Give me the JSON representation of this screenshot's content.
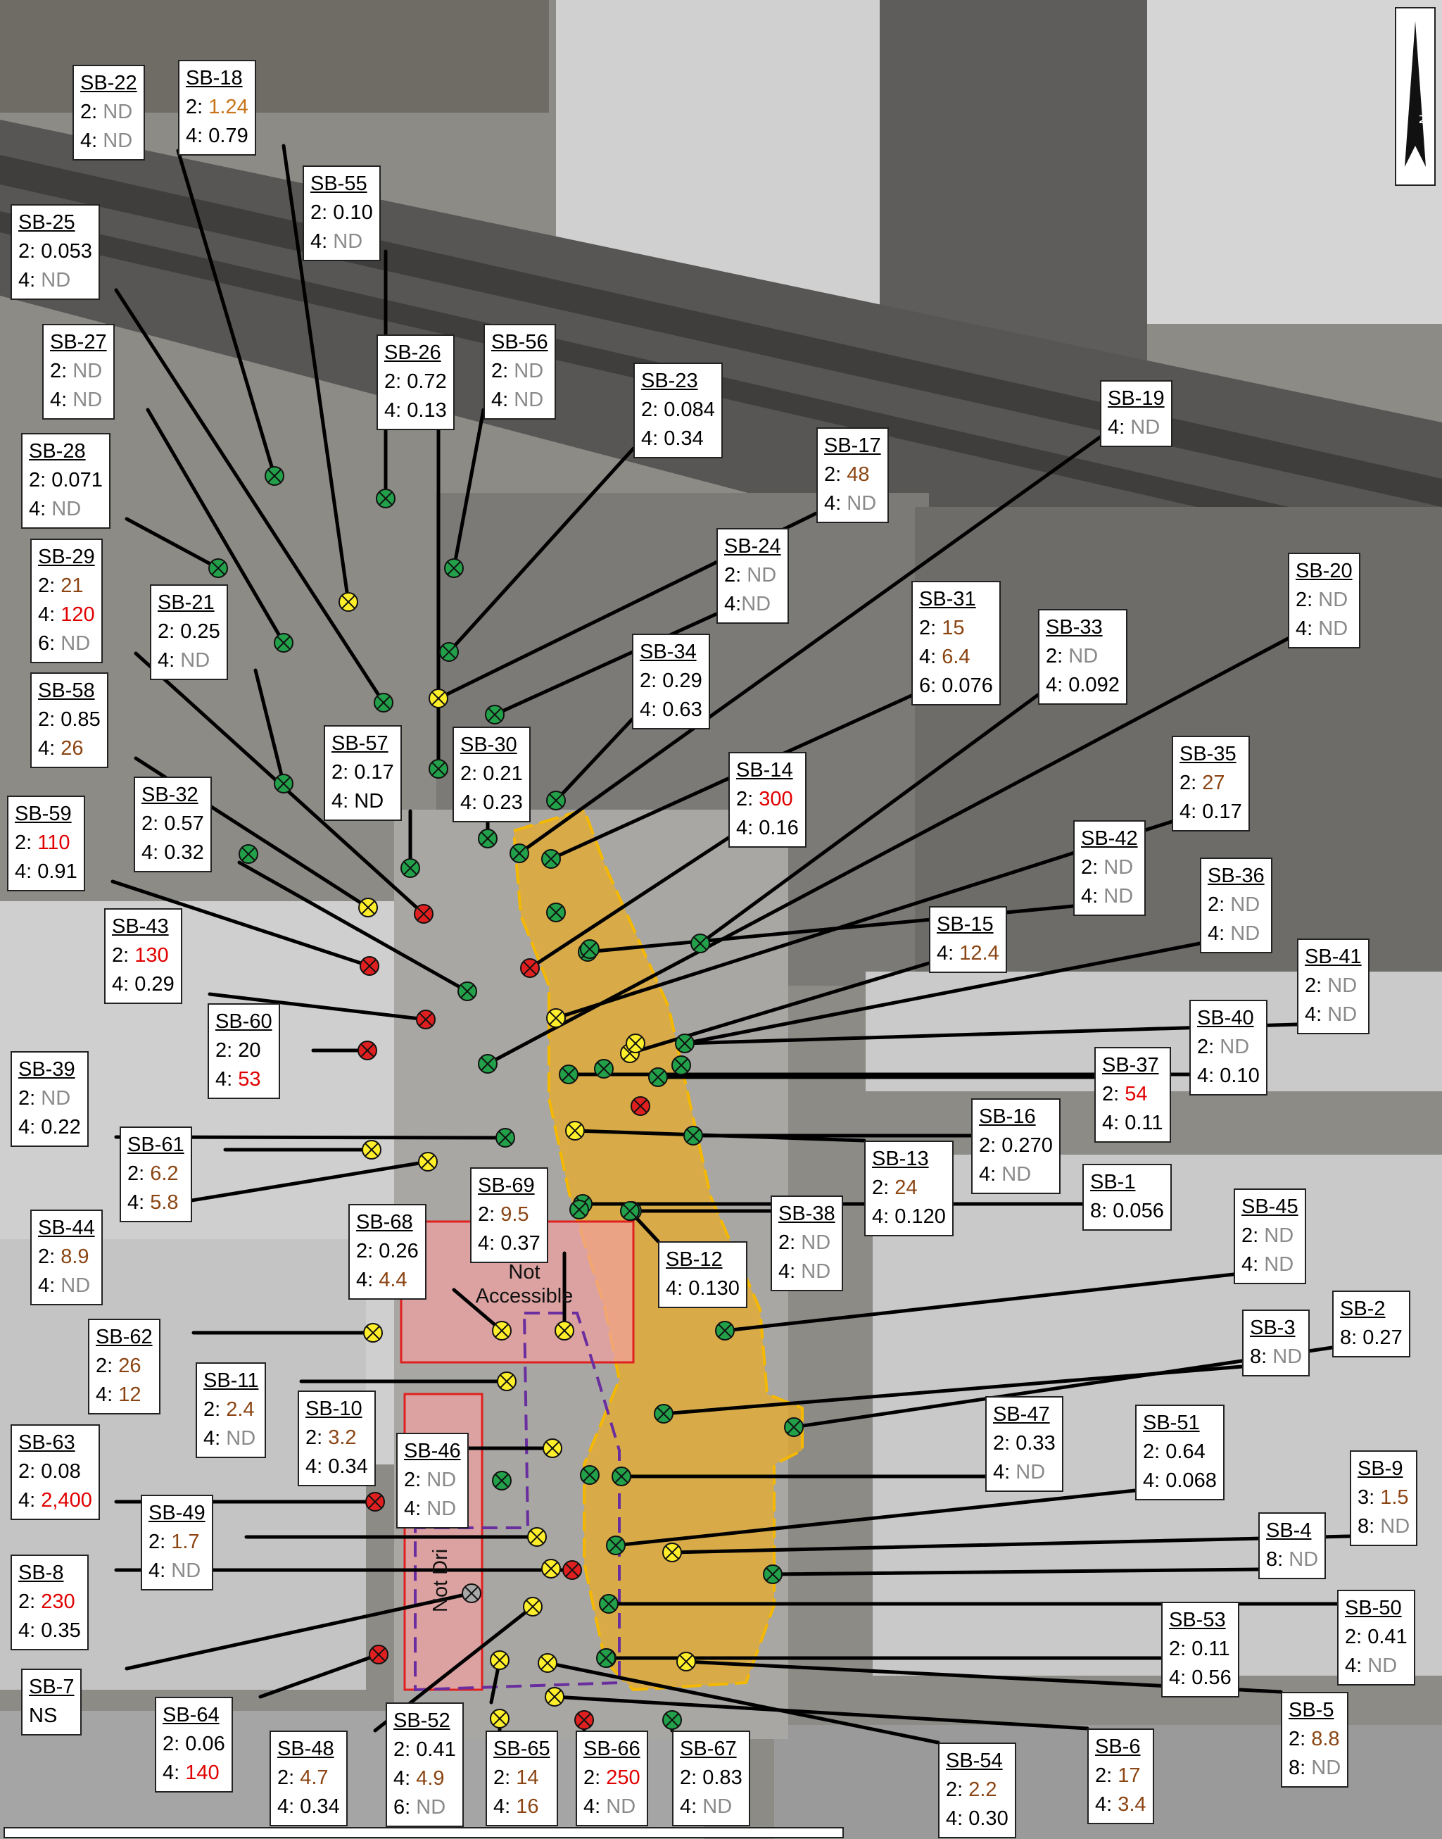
{
  "colors": {
    "green": "#22a04a",
    "yellow": "#ffef2a",
    "red": "#e02020",
    "gray": "#a8a8a8",
    "nd": "#8a8a8a",
    "brown": "#8b4513",
    "redtext": "#e00000"
  },
  "north_arrow": {
    "label": "N",
    "icon": "north-arrow-icon"
  },
  "areas": {
    "not_accessible": "Not Accessible",
    "not_drilled": "Not Dri"
  },
  "samples": [
    {
      "id": "SB-22",
      "rows": [
        {
          "d": "2: ",
          "v": "ND",
          "c": "nd"
        },
        {
          "d": "4: ",
          "v": "ND",
          "c": "nd"
        }
      ]
    },
    {
      "id": "SB-18",
      "rows": [
        {
          "d": "2: ",
          "v": "1.24",
          "c": "or"
        },
        {
          "d": "4: ",
          "v": "0.79",
          "c": "bk"
        }
      ]
    },
    {
      "id": "SB-55",
      "rows": [
        {
          "d": "2: ",
          "v": "0.10",
          "c": "bk"
        },
        {
          "d": "4: ",
          "v": "ND",
          "c": "nd"
        }
      ]
    },
    {
      "id": "SB-25",
      "rows": [
        {
          "d": "2: ",
          "v": "0.053",
          "c": "bk"
        },
        {
          "d": "4: ",
          "v": "ND",
          "c": "nd"
        }
      ]
    },
    {
      "id": "SB-27",
      "rows": [
        {
          "d": "2: ",
          "v": "ND",
          "c": "nd"
        },
        {
          "d": "4: ",
          "v": "ND",
          "c": "nd"
        }
      ]
    },
    {
      "id": "SB-26",
      "rows": [
        {
          "d": "2: ",
          "v": "0.72",
          "c": "bk"
        },
        {
          "d": "4: ",
          "v": "0.13",
          "c": "bk"
        }
      ]
    },
    {
      "id": "SB-56",
      "rows": [
        {
          "d": "2: ",
          "v": "ND",
          "c": "nd"
        },
        {
          "d": "4: ",
          "v": "ND",
          "c": "nd"
        }
      ]
    },
    {
      "id": "SB-23",
      "rows": [
        {
          "d": "2: ",
          "v": "0.084",
          "c": "bk"
        },
        {
          "d": "4: ",
          "v": "0.34",
          "c": "bk"
        }
      ]
    },
    {
      "id": "SB-19",
      "rows": [
        {
          "d": "4: ",
          "v": "ND",
          "c": "nd"
        }
      ]
    },
    {
      "id": "SB-28",
      "rows": [
        {
          "d": "2: ",
          "v": "0.071",
          "c": "bk"
        },
        {
          "d": "4: ",
          "v": "ND",
          "c": "nd"
        }
      ]
    },
    {
      "id": "SB-17",
      "rows": [
        {
          "d": "2: ",
          "v": "48",
          "c": "br"
        },
        {
          "d": "4: ",
          "v": "ND",
          "c": "nd"
        }
      ]
    },
    {
      "id": "SB-29",
      "rows": [
        {
          "d": "2: ",
          "v": "21",
          "c": "br"
        },
        {
          "d": "4: ",
          "v": "120",
          "c": "rd"
        },
        {
          "d": "6: ",
          "v": "ND",
          "c": "nd"
        }
      ]
    },
    {
      "id": "SB-24",
      "rows": [
        {
          "d": "2: ",
          "v": "ND",
          "c": "nd"
        },
        {
          "d": "4:",
          "v": "ND",
          "c": "nd"
        }
      ]
    },
    {
      "id": "SB-21",
      "rows": [
        {
          "d": "2: ",
          "v": "0.25",
          "c": "bk"
        },
        {
          "d": "4: ",
          "v": "ND",
          "c": "nd"
        }
      ]
    },
    {
      "id": "SB-20",
      "rows": [
        {
          "d": "2: ",
          "v": "ND",
          "c": "nd"
        },
        {
          "d": "4: ",
          "v": "ND",
          "c": "nd"
        }
      ]
    },
    {
      "id": "SB-31",
      "rows": [
        {
          "d": "2: ",
          "v": "15",
          "c": "br"
        },
        {
          "d": "4: ",
          "v": "6.4",
          "c": "br"
        },
        {
          "d": "6: ",
          "v": "0.076",
          "c": "bk"
        }
      ]
    },
    {
      "id": "SB-33",
      "rows": [
        {
          "d": "2: ",
          "v": "ND",
          "c": "nd"
        },
        {
          "d": "4: ",
          "v": "0.092",
          "c": "bk"
        }
      ]
    },
    {
      "id": "SB-34",
      "rows": [
        {
          "d": "2: ",
          "v": "0.29",
          "c": "bk"
        },
        {
          "d": "4: ",
          "v": "0.63",
          "c": "bk"
        }
      ]
    },
    {
      "id": "SB-58",
      "rows": [
        {
          "d": "2: ",
          "v": "0.85",
          "c": "bk"
        },
        {
          "d": "4: ",
          "v": "26",
          "c": "br"
        }
      ]
    },
    {
      "id": "SB-57",
      "rows": [
        {
          "d": "2: ",
          "v": "0.17",
          "c": "bk"
        },
        {
          "d": "4: ",
          "v": "ND",
          "c": "bk"
        }
      ]
    },
    {
      "id": "SB-30",
      "rows": [
        {
          "d": "2: ",
          "v": "0.21",
          "c": "bk"
        },
        {
          "d": "4: ",
          "v": "0.23",
          "c": "bk"
        }
      ]
    },
    {
      "id": "SB-14",
      "rows": [
        {
          "d": "2: ",
          "v": "300",
          "c": "rd"
        },
        {
          "d": "4: ",
          "v": "0.16",
          "c": "bk"
        }
      ]
    },
    {
      "id": "SB-35",
      "rows": [
        {
          "d": "2: ",
          "v": "27",
          "c": "br"
        },
        {
          "d": "4: ",
          "v": "0.17",
          "c": "bk"
        }
      ]
    },
    {
      "id": "SB-32",
      "rows": [
        {
          "d": "2: ",
          "v": "0.57",
          "c": "bk"
        },
        {
          "d": "4: ",
          "v": "0.32",
          "c": "bk"
        }
      ]
    },
    {
      "id": "SB-59",
      "rows": [
        {
          "d": "2: ",
          "v": "110",
          "c": "rd"
        },
        {
          "d": "4: ",
          "v": "0.91",
          "c": "bk"
        }
      ]
    },
    {
      "id": "SB-42",
      "rows": [
        {
          "d": "2: ",
          "v": "ND",
          "c": "nd"
        },
        {
          "d": "4: ",
          "v": "ND",
          "c": "nd"
        }
      ]
    },
    {
      "id": "SB-36",
      "rows": [
        {
          "d": "2: ",
          "v": "ND",
          "c": "nd"
        },
        {
          "d": "4: ",
          "v": "ND",
          "c": "nd"
        }
      ]
    },
    {
      "id": "SB-43",
      "rows": [
        {
          "d": "2: ",
          "v": "130",
          "c": "rd"
        },
        {
          "d": "4: ",
          "v": "0.29",
          "c": "bk"
        }
      ]
    },
    {
      "id": "SB-15",
      "rows": [
        {
          "d": "4: ",
          "v": "12.4",
          "c": "br"
        }
      ]
    },
    {
      "id": "SB-41",
      "rows": [
        {
          "d": "2: ",
          "v": "ND",
          "c": "nd"
        },
        {
          "d": "4: ",
          "v": "ND",
          "c": "nd"
        }
      ]
    },
    {
      "id": "SB-60",
      "rows": [
        {
          "d": "2: ",
          "v": "20",
          "c": "bk"
        },
        {
          "d": "4: ",
          "v": "53",
          "c": "rd"
        }
      ]
    },
    {
      "id": "SB-40",
      "rows": [
        {
          "d": "2: ",
          "v": "ND",
          "c": "nd"
        },
        {
          "d": "4: ",
          "v": "0.10",
          "c": "bk"
        }
      ]
    },
    {
      "id": "SB-39",
      "rows": [
        {
          "d": "2: ",
          "v": "ND",
          "c": "nd"
        },
        {
          "d": "4: ",
          "v": "0.22",
          "c": "bk"
        }
      ]
    },
    {
      "id": "SB-37",
      "rows": [
        {
          "d": "2: ",
          "v": "54",
          "c": "rd"
        },
        {
          "d": "4: ",
          "v": "0.11",
          "c": "bk"
        }
      ]
    },
    {
      "id": "SB-16",
      "rows": [
        {
          "d": "2: ",
          "v": "0.270",
          "c": "bk"
        },
        {
          "d": "4: ",
          "v": "ND",
          "c": "nd"
        }
      ]
    },
    {
      "id": "SB-61",
      "rows": [
        {
          "d": "2: ",
          "v": "6.2",
          "c": "br"
        },
        {
          "d": "4: ",
          "v": "5.8",
          "c": "br"
        }
      ]
    },
    {
      "id": "SB-13",
      "rows": [
        {
          "d": "2: ",
          "v": "24",
          "c": "br"
        },
        {
          "d": "4: ",
          "v": "0.120",
          "c": "bk"
        }
      ]
    },
    {
      "id": "SB-1",
      "rows": [
        {
          "d": "8: ",
          "v": "0.056",
          "c": "bk"
        }
      ]
    },
    {
      "id": "SB-69",
      "rows": [
        {
          "d": "2: ",
          "v": "9.5",
          "c": "br"
        },
        {
          "d": "4: ",
          "v": "0.37",
          "c": "bk"
        }
      ]
    },
    {
      "id": "SB-38",
      "rows": [
        {
          "d": "2: ",
          "v": "ND",
          "c": "nd"
        },
        {
          "d": "4: ",
          "v": "ND",
          "c": "nd"
        }
      ]
    },
    {
      "id": "SB-45",
      "rows": [
        {
          "d": "2: ",
          "v": "ND",
          "c": "nd"
        },
        {
          "d": "4: ",
          "v": "ND",
          "c": "nd"
        }
      ]
    },
    {
      "id": "SB-44",
      "rows": [
        {
          "d": "2: ",
          "v": "8.9",
          "c": "br"
        },
        {
          "d": "4: ",
          "v": "ND",
          "c": "nd"
        }
      ]
    },
    {
      "id": "SB-68",
      "rows": [
        {
          "d": "2: ",
          "v": "0.26",
          "c": "bk"
        },
        {
          "d": "4: ",
          "v": "4.4",
          "c": "br"
        }
      ]
    },
    {
      "id": "SB-12",
      "rows": [
        {
          "d": "4: ",
          "v": "0.130",
          "c": "bk"
        }
      ]
    },
    {
      "id": "SB-2",
      "rows": [
        {
          "d": "8: ",
          "v": "0.27",
          "c": "bk"
        }
      ]
    },
    {
      "id": "SB-62",
      "rows": [
        {
          "d": "2: ",
          "v": "26",
          "c": "br"
        },
        {
          "d": "4: ",
          "v": "12",
          "c": "br"
        }
      ]
    },
    {
      "id": "SB-3",
      "rows": [
        {
          "d": "8: ",
          "v": "ND",
          "c": "nd"
        }
      ]
    },
    {
      "id": "SB-11",
      "rows": [
        {
          "d": "2: ",
          "v": "2.4",
          "c": "br"
        },
        {
          "d": "4: ",
          "v": "ND",
          "c": "nd"
        }
      ]
    },
    {
      "id": "SB-10",
      "rows": [
        {
          "d": "2: ",
          "v": "3.2",
          "c": "br"
        },
        {
          "d": "4: ",
          "v": "0.34",
          "c": "bk"
        }
      ]
    },
    {
      "id": "SB-47",
      "rows": [
        {
          "d": "2: ",
          "v": "0.33",
          "c": "bk"
        },
        {
          "d": "4: ",
          "v": "ND",
          "c": "nd"
        }
      ]
    },
    {
      "id": "SB-51",
      "rows": [
        {
          "d": "2: ",
          "v": "0.64",
          "c": "bk"
        },
        {
          "d": "4: ",
          "v": "0.068",
          "c": "bk"
        }
      ]
    },
    {
      "id": "SB-63",
      "rows": [
        {
          "d": "2: ",
          "v": "0.08",
          "c": "bk"
        },
        {
          "d": "4: ",
          "v": "2,400",
          "c": "rd"
        }
      ]
    },
    {
      "id": "SB-46",
      "rows": [
        {
          "d": "2: ",
          "v": "ND",
          "c": "nd"
        },
        {
          "d": "4: ",
          "v": "ND",
          "c": "nd"
        }
      ]
    },
    {
      "id": "SB-9",
      "rows": [
        {
          "d": "3: ",
          "v": "1.5",
          "c": "br"
        },
        {
          "d": "8: ",
          "v": "ND",
          "c": "nd"
        }
      ]
    },
    {
      "id": "SB-49",
      "rows": [
        {
          "d": "2: ",
          "v": "1.7",
          "c": "br"
        },
        {
          "d": "4: ",
          "v": "ND",
          "c": "nd"
        }
      ]
    },
    {
      "id": "SB-4",
      "rows": [
        {
          "d": "8: ",
          "v": "ND",
          "c": "nd"
        }
      ]
    },
    {
      "id": "SB-8",
      "rows": [
        {
          "d": "2: ",
          "v": "230",
          "c": "rd"
        },
        {
          "d": "4: ",
          "v": "0.35",
          "c": "bk"
        }
      ]
    },
    {
      "id": "SB-50",
      "rows": [
        {
          "d": "2: ",
          "v": "0.41",
          "c": "bk"
        },
        {
          "d": "4: ",
          "v": "ND",
          "c": "nd"
        }
      ]
    },
    {
      "id": "SB-53",
      "rows": [
        {
          "d": "2: ",
          "v": "0.11",
          "c": "bk"
        },
        {
          "d": "4: ",
          "v": "0.56",
          "c": "bk"
        }
      ]
    },
    {
      "id": "SB-7",
      "rows": [
        {
          "d": "",
          "v": "NS",
          "c": "bk"
        }
      ]
    },
    {
      "id": "SB-5",
      "rows": [
        {
          "d": "2: ",
          "v": "8.8",
          "c": "br"
        },
        {
          "d": "8: ",
          "v": "ND",
          "c": "nd"
        }
      ]
    },
    {
      "id": "SB-64",
      "rows": [
        {
          "d": "2: ",
          "v": "0.06",
          "c": "bk"
        },
        {
          "d": "4: ",
          "v": "140",
          "c": "rd"
        }
      ]
    },
    {
      "id": "SB-48",
      "rows": [
        {
          "d": "2: ",
          "v": "4.7",
          "c": "br"
        },
        {
          "d": "4: ",
          "v": "0.34",
          "c": "bk"
        }
      ]
    },
    {
      "id": "SB-52",
      "rows": [
        {
          "d": "2: ",
          "v": "0.41",
          "c": "bk"
        },
        {
          "d": "4: ",
          "v": "4.9",
          "c": "br"
        },
        {
          "d": "6: ",
          "v": "ND",
          "c": "nd"
        }
      ]
    },
    {
      "id": "SB-65",
      "rows": [
        {
          "d": "2: ",
          "v": "14",
          "c": "br"
        },
        {
          "d": "4: ",
          "v": "16",
          "c": "br"
        }
      ]
    },
    {
      "id": "SB-66",
      "rows": [
        {
          "d": "2: ",
          "v": "250",
          "c": "rd"
        },
        {
          "d": "4: ",
          "v": "ND",
          "c": "nd"
        }
      ]
    },
    {
      "id": "SB-67",
      "rows": [
        {
          "d": "2: ",
          "v": "0.83",
          "c": "bk"
        },
        {
          "d": "4: ",
          "v": "ND",
          "c": "nd"
        }
      ]
    },
    {
      "id": "SB-54",
      "rows": [
        {
          "d": "2: ",
          "v": "2.2",
          "c": "br"
        },
        {
          "d": "4: ",
          "v": "0.30",
          "c": "bk"
        }
      ]
    },
    {
      "id": "SB-6",
      "rows": [
        {
          "d": "2: ",
          "v": "17",
          "c": "br"
        },
        {
          "d": "4: ",
          "v": "3.4",
          "c": "br"
        }
      ]
    }
  ]
}
